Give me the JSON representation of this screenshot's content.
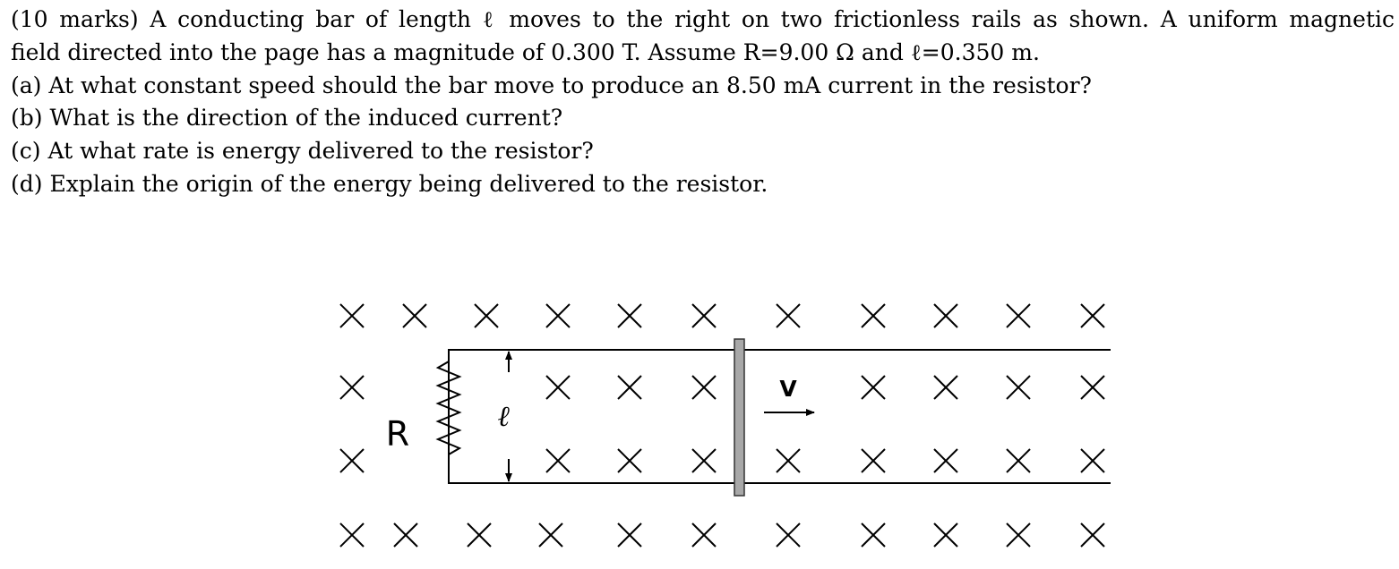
{
  "question": {
    "lines": [
      "(10 marks) A conducting bar of length ℓ moves to the right on two frictionless rails as shown. A uniform magnetic",
      "field directed into the page has a magnitude of 0.300 T. Assume R=9.00 Ω and ℓ=0.350 m.",
      "(a) At what constant speed should the bar move to produce an 8.50 mA current in the resistor?",
      "(b) What is the direction of the induced current?",
      "(c) At what rate is energy delivered to the resistor?",
      "(d) Explain the origin of the energy being delivered to the resistor."
    ]
  },
  "figure": {
    "resistor_label": "R",
    "length_label": "ℓ",
    "velocity_label": "V",
    "field_symbol": "×",
    "colors": {
      "ink": "#000000",
      "bar_fill": "#a8a8a8",
      "bar_stroke": "#333333"
    }
  }
}
